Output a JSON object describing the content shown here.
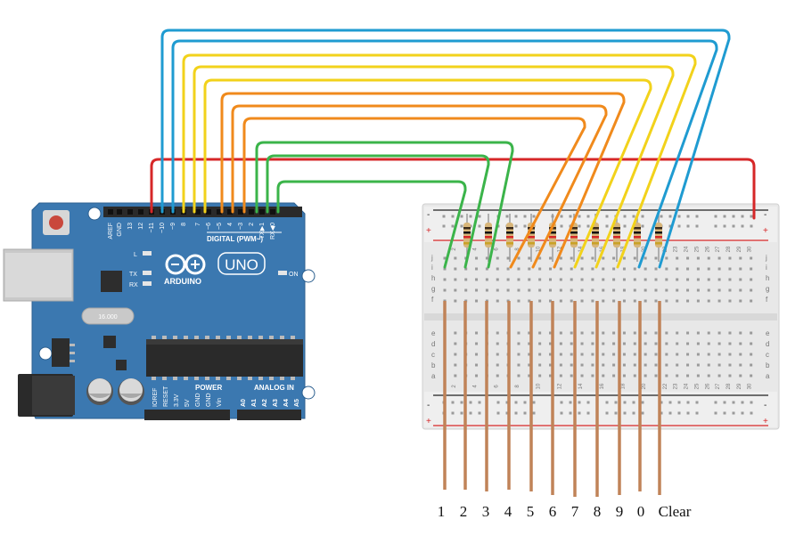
{
  "arduino": {
    "brand": "ARDUINO",
    "model": "UNO",
    "digital_header_title": "DIGITAL (PWM~)",
    "digital_pins": [
      "AREF",
      "GND",
      "13",
      "12",
      "~11",
      "~10",
      "~9",
      "8",
      "7",
      "~6",
      "~5",
      "4",
      "~3",
      "2",
      "TX▶1",
      "RX◀0"
    ],
    "led_labels": [
      "L",
      "TX",
      "RX"
    ],
    "on_label": "ON",
    "power_title": "POWER",
    "power_pins": [
      "IOREF",
      "RESET",
      "3.3V",
      "5V",
      "GND",
      "GND",
      "Vin"
    ],
    "analog_title": "ANALOG IN",
    "analog_pins": [
      "A0",
      "A1",
      "A2",
      "A3",
      "A4",
      "A5"
    ],
    "crystal_label": "16.000"
  },
  "breadboard": {
    "row_letters_top": [
      "j",
      "i",
      "h",
      "g",
      "f"
    ],
    "row_letters_bottom": [
      "e",
      "d",
      "c",
      "b",
      "a"
    ],
    "column_numbers": [
      "2",
      "4",
      "6",
      "8",
      "10",
      "12",
      "14",
      "16",
      "18",
      "20",
      "22",
      "23",
      "24",
      "25",
      "26",
      "27",
      "28",
      "29",
      "30"
    ],
    "rail_minus": "-",
    "rail_plus": "+"
  },
  "wire_colors": {
    "red": "#d62728",
    "blue": "#1f9bd1",
    "yellow": "#f2d21b",
    "orange": "#f08a1c",
    "green": "#3bb44a",
    "button_lead": "#c08358"
  },
  "buttons": [
    "1",
    "2",
    "3",
    "4",
    "5",
    "6",
    "7",
    "8",
    "9",
    "0",
    "Clear"
  ]
}
